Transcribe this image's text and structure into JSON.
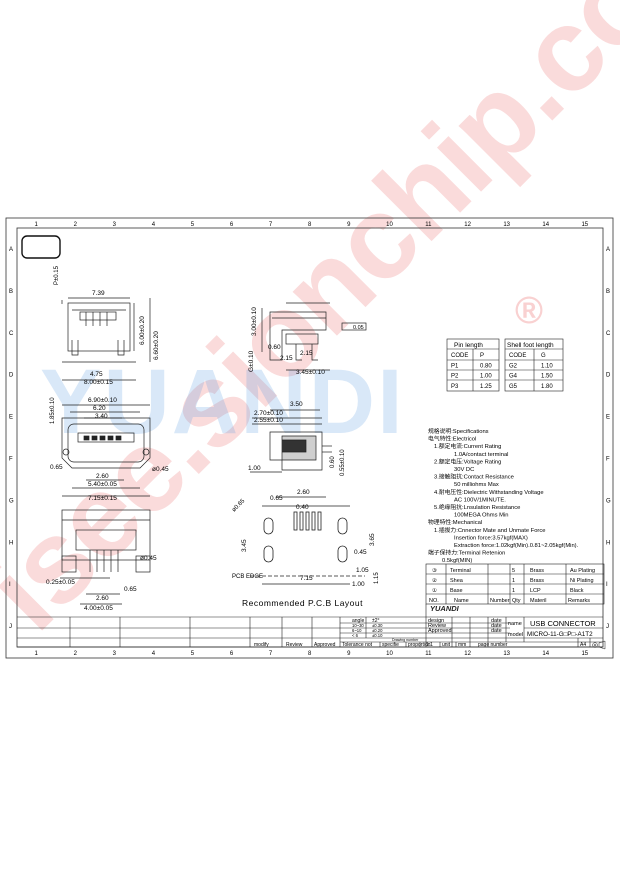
{
  "frame": {
    "cols": [
      "1",
      "2",
      "3",
      "4",
      "5",
      "6",
      "7",
      "8",
      "9",
      "10",
      "11",
      "12",
      "13",
      "14",
      "15"
    ],
    "rows": [
      "A",
      "B",
      "C",
      "D",
      "E",
      "F",
      "G",
      "H",
      "I",
      "J"
    ]
  },
  "watermarks": {
    "site": "isee.sionchip.com",
    "brand": "YUANDI",
    "reg": "®"
  },
  "dims": {
    "front": {
      "p": "P±0.15",
      "w1": "7.39",
      "h1": "6.60±0.20",
      "h2": "6.00±0.20",
      "w2": "4.75",
      "w3": "8.00±0.15"
    },
    "side": {
      "d1": "3.00±0.10",
      "d2": "0.60",
      "d3": "2.15",
      "d4": "2.15",
      "d5": "3.45±0.10",
      "d6": "G±0.10",
      "tol": "0.05"
    },
    "mid": {
      "d1": "1.85±0.10",
      "d2": "6.90±0.10",
      "d3": "6.20",
      "d4": "3.40",
      "d5": "0.65",
      "d6": "2.60",
      "d7": "5.40±0.05",
      "d8": "7.15±0.15",
      "d9": "ø0.45"
    },
    "midside": {
      "d1": "3.50",
      "d2": "2.70±0.10",
      "d3": "2.55±0.10",
      "d4": "1.00",
      "d5": "0.60",
      "d6": "0.55±0.10"
    },
    "bottom": {
      "d1": "ø0.45",
      "d2": "0.25±0.05",
      "d3": "0.65",
      "d4": "2.60",
      "d5": "4.00±0.05"
    },
    "pcb": {
      "d1": "ø0.65",
      "d2": "0.65",
      "d3": "2.60",
      "d4": "0.40",
      "d5": "3.45",
      "d6": "3.65",
      "d7": "0.45",
      "d8": "1.05",
      "d9": "1.15",
      "d10": "7.15",
      "d11": "1.00",
      "edge": "PCB EDGE"
    }
  },
  "layout_title": "Recommended P.C.B Layout",
  "pin_table": {
    "title": "Pin length",
    "headers": [
      "CODE",
      "P"
    ],
    "rows": [
      [
        "P1",
        "0.80"
      ],
      [
        "P2",
        "1.00"
      ],
      [
        "P3",
        "1.25"
      ]
    ]
  },
  "shell_table": {
    "title": "Shell foot length",
    "headers": [
      "CODE",
      "G"
    ],
    "rows": [
      [
        "G2",
        "1.10"
      ],
      [
        "G4",
        "1.50"
      ],
      [
        "G5",
        "1.80"
      ]
    ]
  },
  "specs": [
    "规格说明:Specifications",
    "电气特性:Electricol",
    "1.额定电流:Current Rating",
    "1.0A/contact terminal",
    "2.额定电压:Voltage Rating",
    "30V DC",
    "3.接触阻抗:Contact Resistance",
    "50 milliohms Max",
    "4.耐电压性:Dielectric Withstanding Voltage",
    "AC 100V/1MINUTE.",
    "5.绝缘阻抗:Lnsulation Resistance",
    "100MEGA Ohms Min",
    "物理特性:Mechanical",
    "1.插拔力:Cnnector Mate and Unmate Force",
    "Insertion force:3.57kgf(MAX)",
    "Extraction force:1.02kgf(Min).0.81~2.05kgf(Min).",
    "端子保持力:Terminal Retenion",
    "0.5kgf(MIN)"
  ],
  "bom": {
    "rows": [
      [
        "③",
        "Terminal",
        "5",
        "Brass",
        "Au Plating"
      ],
      [
        "②",
        "Shea",
        "1",
        "Brass",
        "Ni Plating"
      ],
      [
        "①",
        "Base",
        "1",
        "LCP",
        "Black"
      ]
    ],
    "headers": [
      "NO.",
      "Name",
      "Number",
      "Qty",
      "Materil",
      "Remarks"
    ]
  },
  "title_block": {
    "angle_label": "angle",
    "angle_val": "±2°",
    "tol_rows": [
      [
        "10~30",
        "±0.30"
      ],
      [
        "6~10",
        "±0.20"
      ],
      [
        "< 6",
        "±0.10"
      ]
    ],
    "drawing_number_label": "Drawing number",
    "design": "design",
    "review": "Review",
    "approved": "Approved",
    "date": "date",
    "name_label": "name",
    "name_val": "USB CONNECTOR",
    "model_label": "model",
    "model_val": "MICRO-11-G□P□-A1T2",
    "footer": [
      "modify",
      "Review",
      "Approved",
      "Tolerance not",
      "specifie",
      "proportion",
      "1:1",
      "unit",
      "mm",
      "page number",
      "A4"
    ],
    "logo": "YUANDI"
  }
}
